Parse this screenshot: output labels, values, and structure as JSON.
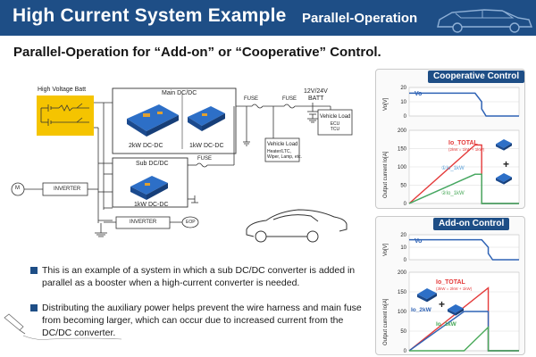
{
  "header": {
    "title": "High Current System Example",
    "subtitle": "Parallel-Operation"
  },
  "main_heading": "Parallel-Operation for “Add-on” or “Cooperative” Control.",
  "diagram": {
    "hv_batt": "High Voltage Batt",
    "main_dcdc": "Main DC/DC",
    "module_2kw": "2kW DC-DC",
    "module_1kw": "1kW DC-DC",
    "sub_dcdc": "Sub DC/DC",
    "sub_module": "1kW DC-DC",
    "fuse_1": "FUSE",
    "fuse_2": "FUSE",
    "fuse_3": "FUSE",
    "batt_12v": "12V/24V",
    "batt_label": "BATT",
    "vehicle_load_1": "Vehicle Load",
    "vehicle_load_1_detail": [
      "ECU",
      "TCU"
    ],
    "vehicle_load_2": "Vehicle Load",
    "vehicle_load_2_detail": [
      "Heater/LTC,",
      "Wiper, Lamp, etc."
    ],
    "motor": "M",
    "inverter_1": "INVERTER",
    "inverter_2": "INVERTER",
    "eop": "EOP"
  },
  "bullets": [
    "This is an example of a system in which a sub DC/DC converter is added in parallel as a booster when a high-current converter is needed.",
    "Distributing the auxiliary power helps prevent the wire harness and main fuse from becoming larger, which can occur due to increased current from the DC/DC converter."
  ],
  "colors": {
    "banner": "#1e4e86",
    "batt_highlight": "#f5c400",
    "total": "#e43a3a",
    "io_2kw": "#2f63b5",
    "io_1kw_coop": "#5aa0d8",
    "io_1kw_addon": "#4aaa5a"
  },
  "chart_data": [
    {
      "type": "line",
      "title": "Cooperative Control",
      "panels": [
        {
          "ylabel": "Vo[V]",
          "y_ticks": [
            "0",
            "10",
            "20"
          ],
          "series": [
            {
              "name": "Vo",
              "color": "#2f63b5",
              "points": [
                [
                  0,
                  16
                ],
                [
                  0.6,
                  16
                ],
                [
                  0.66,
                  10
                ],
                [
                  0.66,
                  5
                ],
                [
                  0.7,
                  0
                ],
                [
                  1,
                  0
                ]
              ]
            }
          ]
        },
        {
          "ylabel": "Output current Io[A]",
          "y_ticks": [
            "0",
            "50",
            "100",
            "150",
            "200"
          ],
          "series": [
            {
              "name": "Io_TOTAL",
              "color": "#e43a3a",
              "points": [
                [
                  0,
                  0
                ],
                [
                  0.6,
                  160
                ],
                [
                  0.66,
                  160
                ],
                [
                  0.66,
                  0
                ],
                [
                  1,
                  0
                ]
              ]
            },
            {
              "name": "①Io_1kW",
              "color": "#5aa0d8",
              "points": [
                [
                  0,
                  0
                ],
                [
                  0.6,
                  80
                ],
                [
                  0.66,
                  80
                ],
                [
                  0.66,
                  0
                ],
                [
                  1,
                  0
                ]
              ]
            },
            {
              "name": "②Io_1kW",
              "color": "#4aaa5a",
              "points": [
                [
                  0,
                  0
                ],
                [
                  0.6,
                  80
                ],
                [
                  0.66,
                  80
                ],
                [
                  0.66,
                  0
                ],
                [
                  1,
                  0
                ]
              ]
            }
          ],
          "annotations": [
            "Io_TOTAL",
            "(2kW = 1kW + 1kW)",
            "①Io_1kW",
            "②Io_1kW"
          ]
        }
      ]
    },
    {
      "type": "line",
      "title": "Add-on Control",
      "panels": [
        {
          "ylabel": "Vo[V]",
          "y_ticks": [
            "0",
            "10",
            "20"
          ],
          "series": [
            {
              "name": "Vo",
              "color": "#2f63b5",
              "points": [
                [
                  0,
                  16
                ],
                [
                  0.66,
                  16
                ],
                [
                  0.72,
                  10
                ],
                [
                  0.72,
                  5
                ],
                [
                  0.76,
                  0
                ],
                [
                  1,
                  0
                ]
              ]
            }
          ]
        },
        {
          "ylabel": "Output current Io[A]",
          "y_ticks": [
            "0",
            "50",
            "100",
            "150",
            "200"
          ],
          "series": [
            {
              "name": "Io_TOTAL",
              "color": "#e43a3a",
              "points": [
                [
                  0,
                  0
                ],
                [
                  0.72,
                  160
                ],
                [
                  0.72,
                  0
                ],
                [
                  1,
                  0
                ]
              ]
            },
            {
              "name": "Io_2kW",
              "color": "#2f63b5",
              "points": [
                [
                  0,
                  0
                ],
                [
                  0.5,
                  100
                ],
                [
                  0.72,
                  100
                ],
                [
                  0.72,
                  0
                ],
                [
                  1,
                  0
                ]
              ]
            },
            {
              "name": "Io_1kW",
              "color": "#4aaa5a",
              "points": [
                [
                  0,
                  0
                ],
                [
                  0.5,
                  0
                ],
                [
                  0.72,
                  60
                ],
                [
                  0.72,
                  0
                ],
                [
                  1,
                  0
                ]
              ]
            }
          ],
          "annotations": [
            "Io_TOTAL",
            "(3kW = 2kW + 1kW)",
            "Io_2kW",
            "Io_1kW"
          ]
        }
      ]
    }
  ]
}
